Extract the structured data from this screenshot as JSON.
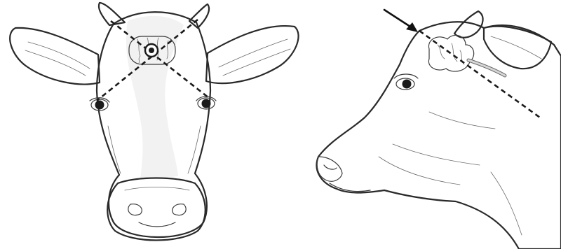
{
  "figure": {
    "panels": [
      {
        "id": "front-view",
        "marker": "target-point"
      },
      {
        "id": "side-view",
        "marker": "arrow"
      }
    ],
    "colors": {
      "ink": "#2a2a2a",
      "skin-light": "#f2f2f2",
      "skin-gray": "#9c9c9c",
      "skin-mid": "#bdbdbd",
      "brain": "#d6d6d6"
    },
    "icons": [
      "arrow-icon",
      "target-marker-icon"
    ]
  }
}
